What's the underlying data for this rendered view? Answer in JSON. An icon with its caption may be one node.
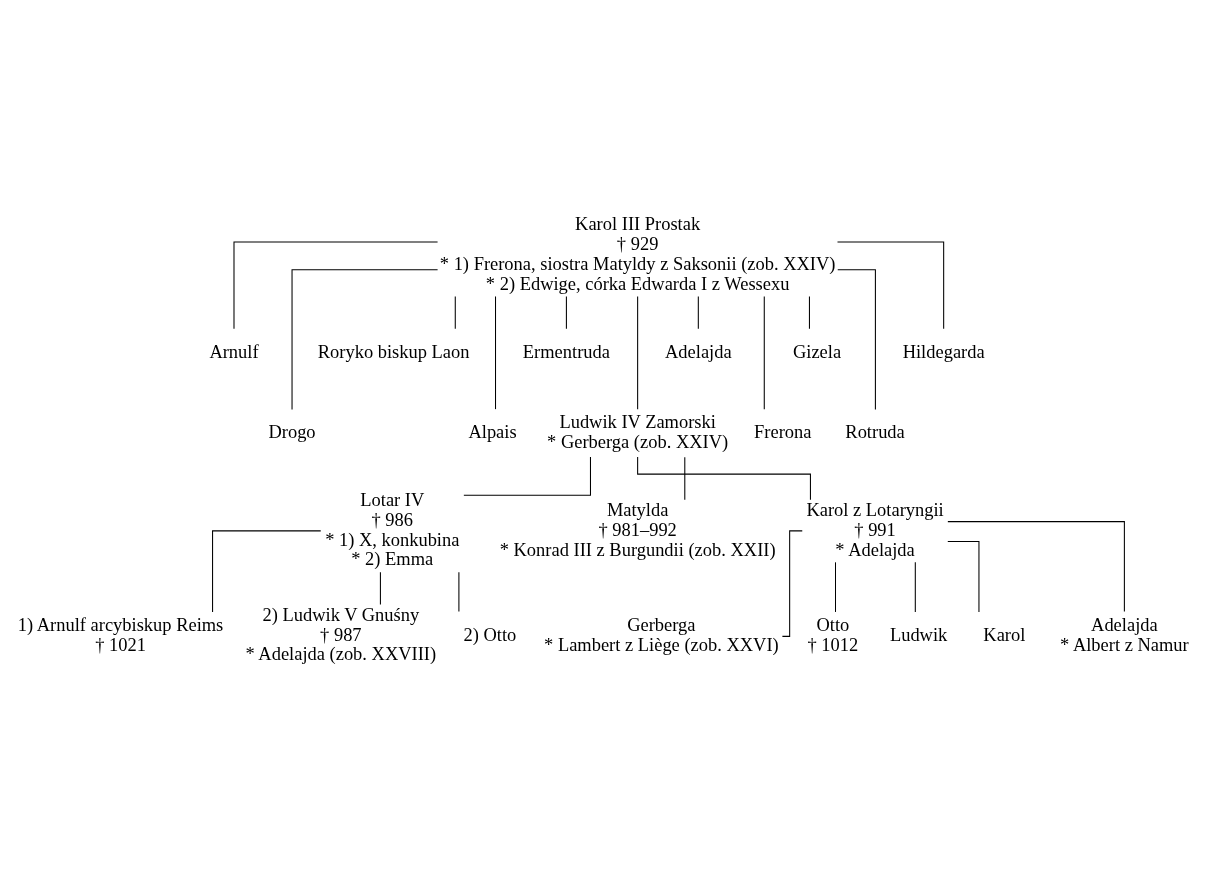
{
  "diagram": {
    "nodes": [
      {
        "text": [
          "Karol III Prostak",
          "† 929",
          "* 1) Frerona, siostra Matyldy z Saksonii (zob. XXIV)",
          "* 2) Edwige, córka Edwarda I z Wessexu"
        ]
      },
      {
        "text": [
          "Arnulf"
        ]
      },
      {
        "text": [
          "Drogo"
        ]
      },
      {
        "text": [
          "Roryko biskup Laon"
        ]
      },
      {
        "text": [
          "Alpais"
        ]
      },
      {
        "text": [
          "Ermentruda"
        ]
      },
      {
        "text": [
          "Ludwik IV Zamorski",
          "* Gerberga (zob. XXIV)"
        ]
      },
      {
        "text": [
          "Adelajda"
        ]
      },
      {
        "text": [
          "Frerona"
        ]
      },
      {
        "text": [
          "Gizela"
        ]
      },
      {
        "text": [
          "Rotruda"
        ]
      },
      {
        "text": [
          "Hildegarda"
        ]
      },
      {
        "text": [
          "Lotar IV",
          "† 986",
          "* 1) X, konkubina",
          "* 2) Emma"
        ]
      },
      {
        "text": [
          "Matylda",
          "† 981–992",
          "* Konrad III z Burgundii (zob. XXII)"
        ]
      },
      {
        "text": [
          "Karol z Lotaryngii",
          "† 991",
          "* Adelajda"
        ]
      },
      {
        "text": [
          "1) Arnulf arcybiskup Reims",
          "† 1021"
        ]
      },
      {
        "text": [
          "2) Ludwik V Gnuśny",
          "† 987",
          "* Adelajda (zob. XXVIII)"
        ]
      },
      {
        "text": [
          "2) Otto"
        ]
      },
      {
        "text": [
          "Gerberga",
          "* Lambert z Liège (zob. XXVI)"
        ]
      },
      {
        "text": [
          "Otto",
          "† 1012"
        ]
      },
      {
        "text": [
          "Ludwik"
        ]
      },
      {
        "text": [
          "Karol"
        ]
      },
      {
        "text": [
          "Adelajda",
          "* Albert z Namur"
        ]
      }
    ],
    "edges": [
      {
        "from": 0,
        "to": 1,
        "arrow": "none"
      },
      {
        "from": 0,
        "to": 2,
        "arrow": "none"
      },
      {
        "from": 0,
        "to": 3,
        "arrow": "none"
      },
      {
        "from": 0,
        "to": 4,
        "arrow": "none"
      },
      {
        "from": 0,
        "to": 5,
        "arrow": "none"
      },
      {
        "from": 0,
        "to": 6,
        "arrow": "none"
      },
      {
        "from": 0,
        "to": 7,
        "arrow": "none"
      },
      {
        "from": 0,
        "to": 8,
        "arrow": "none"
      },
      {
        "from": 0,
        "to": 9,
        "arrow": "none"
      },
      {
        "from": 0,
        "to": 10,
        "arrow": "none"
      },
      {
        "from": 0,
        "to": 11,
        "arrow": "none"
      },
      {
        "from": 6,
        "to": 12,
        "arrow": "none"
      },
      {
        "from": 6,
        "to": 13,
        "arrow": "none"
      },
      {
        "from": 6,
        "to": 14,
        "arrow": "none"
      },
      {
        "from": 12,
        "to": 15,
        "arrow": "none"
      },
      {
        "from": 12,
        "to": 16,
        "arrow": "none"
      },
      {
        "from": 12,
        "to": 17,
        "arrow": "none"
      },
      {
        "from": 14,
        "to": 18,
        "arrow": "none"
      },
      {
        "from": 14,
        "to": 19,
        "arrow": "none"
      },
      {
        "from": 14,
        "to": 20,
        "arrow": "none"
      },
      {
        "from": 14,
        "to": 21,
        "arrow": "none"
      },
      {
        "from": 14,
        "to": 22,
        "arrow": "none"
      }
    ]
  }
}
